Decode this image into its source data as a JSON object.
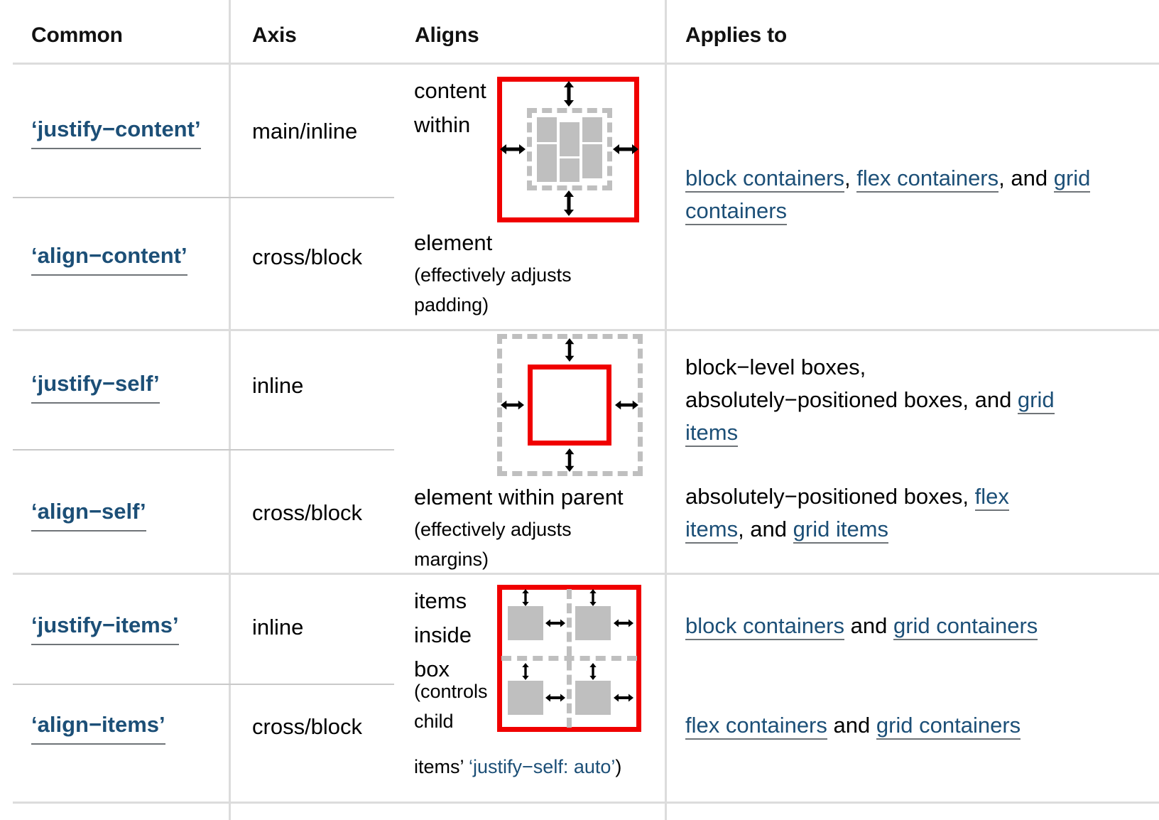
{
  "table": {
    "headers": [
      {
        "id": "common",
        "label": "Common"
      },
      {
        "id": "axis",
        "label": "Axis"
      },
      {
        "id": "aligns",
        "label": "Aligns"
      },
      {
        "id": "applies",
        "label": "Applies to"
      }
    ],
    "rows": [
      {
        "property": "‘justify−content’",
        "axis": "main/inline",
        "aligns_lines": [
          "content",
          "within"
        ],
        "aligns_note": [],
        "applies_group": 1
      },
      {
        "property": "‘align−content’",
        "axis": "cross/block",
        "aligns_lines": [
          "element"
        ],
        "aligns_note": [
          "(effectively adjusts",
          "padding)"
        ],
        "applies_group": 1
      },
      {
        "property": "‘justify−self’",
        "axis": "inline",
        "aligns_lines": [],
        "aligns_note": [],
        "applies_group": 2
      },
      {
        "property": "‘align−self’",
        "axis": "cross/block",
        "aligns_lines": [
          "element within parent"
        ],
        "aligns_note": [
          "(effectively adjusts",
          "margins)"
        ],
        "applies_group": 3
      },
      {
        "property": "‘justify−items’",
        "axis": "inline",
        "aligns_lines": [
          "items",
          "inside",
          "box"
        ],
        "aligns_note": [],
        "applies_group": 4
      },
      {
        "property": "‘align−items’",
        "axis": "cross/block",
        "aligns_lines": [],
        "aligns_note": [
          "(controls",
          "child",
          "items’"
        ],
        "applies_group": 5
      }
    ],
    "aligns_extra": {
      "items_auto_prefix": "items’ ",
      "items_auto_code": "‘justify−self: auto’",
      "items_auto_suffix": ")"
    },
    "applies_cells": {
      "g1": {
        "parts": [
          {
            "text": "block containers",
            "link": true
          },
          {
            "text": ", ",
            "link": false
          },
          {
            "text": "flex containers",
            "link": true
          },
          {
            "text": ", and ",
            "link": false
          },
          {
            "text": "grid containers",
            "link": true
          }
        ]
      },
      "g2": {
        "parts": [
          {
            "text": "block−level boxes, absolutely−positioned boxes, and ",
            "link": false
          },
          {
            "text": "grid items",
            "link": true
          }
        ]
      },
      "g3": {
        "parts": [
          {
            "text": "absolutely−positioned boxes, ",
            "link": false
          },
          {
            "text": "flex items",
            "link": true
          },
          {
            "text": ", and ",
            "link": false
          },
          {
            "text": "grid items",
            "link": true
          }
        ]
      },
      "g4": {
        "parts": [
          {
            "text": "block containers",
            "link": true
          },
          {
            "text": " and ",
            "link": false
          },
          {
            "text": "grid containers",
            "link": true
          }
        ]
      },
      "g5": {
        "parts": [
          {
            "text": "flex containers",
            "link": true
          },
          {
            "text": " and ",
            "link": false
          },
          {
            "text": "grid containers",
            "link": true
          }
        ]
      }
    },
    "diagrams": [
      {
        "id": "justify-align-content-diagram",
        "desc": "red outer box with dashed content box containing six gray items, four black double arrows pointing outward from dashed box to red box"
      },
      {
        "id": "justify-align-self-diagram",
        "desc": "dashed outer parent box with a red element box inside, four black double arrows between element and parent"
      },
      {
        "id": "justify-align-items-diagram",
        "desc": "red outer box split by dashed grid lines into four cells, each holding a gray item with black double arrows"
      }
    ],
    "colors": {
      "accent_link": "#1c4f77",
      "diagram_red": "#f00000",
      "diagram_gray": "#bfbfbf",
      "rule": "#dcdcdc",
      "text": "#000000"
    }
  }
}
